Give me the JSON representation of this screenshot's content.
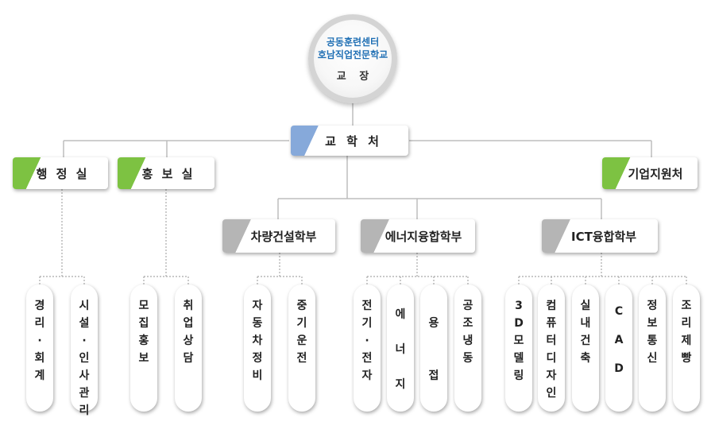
{
  "top": {
    "org_line1": "공동훈련센터",
    "org_line2": "호남직업전문학교",
    "role": "교 장"
  },
  "center": {
    "label": "교 학 처",
    "color": "#86a9da"
  },
  "departments": {
    "admin": "행 정 실",
    "pr": "홍 보 실",
    "corp": "기업지원처",
    "color": "#7dc242"
  },
  "faculties": {
    "vehicle": "차량건설학부",
    "energy": "에너지융합학부",
    "ict": "ICT융합학부",
    "color": "#b5b5b5"
  },
  "leaves": [
    {
      "id": "accounting",
      "chars": [
        "경",
        "리",
        "·",
        "회",
        "계"
      ]
    },
    {
      "id": "facility-hr",
      "chars": [
        "시",
        "설",
        "·",
        "인",
        "사",
        "관",
        "리"
      ]
    },
    {
      "id": "recruit-pr",
      "chars": [
        "모",
        "집",
        "홍",
        "보"
      ]
    },
    {
      "id": "employment",
      "chars": [
        "취",
        "업",
        "상",
        "담"
      ]
    },
    {
      "id": "auto-maint",
      "chars": [
        "자",
        "동",
        "차",
        "정",
        "비"
      ]
    },
    {
      "id": "heavy-equip",
      "chars": [
        "중",
        "기",
        "운",
        "전"
      ]
    },
    {
      "id": "electric",
      "chars": [
        "전",
        "기",
        "·",
        "전",
        "자"
      ]
    },
    {
      "id": "energy",
      "chars": [
        "에",
        "너",
        "지"
      ]
    },
    {
      "id": "welding",
      "chars": [
        "용",
        "접"
      ]
    },
    {
      "id": "hvac",
      "chars": [
        "공",
        "조",
        "냉",
        "동"
      ]
    },
    {
      "id": "3d-modeling",
      "chars": [
        "3",
        "D",
        "모",
        "델",
        "링"
      ]
    },
    {
      "id": "computer-design",
      "chars": [
        "컴",
        "퓨",
        "터",
        "디",
        "자",
        "인"
      ]
    },
    {
      "id": "interior",
      "chars": [
        "실",
        "내",
        "건",
        "축"
      ]
    },
    {
      "id": "cad",
      "chars": [
        "C",
        "A",
        "D"
      ]
    },
    {
      "id": "info-comm",
      "chars": [
        "정",
        "보",
        "통",
        "신"
      ]
    },
    {
      "id": "bakery",
      "chars": [
        "조",
        "리",
        "제",
        "빵"
      ]
    }
  ]
}
